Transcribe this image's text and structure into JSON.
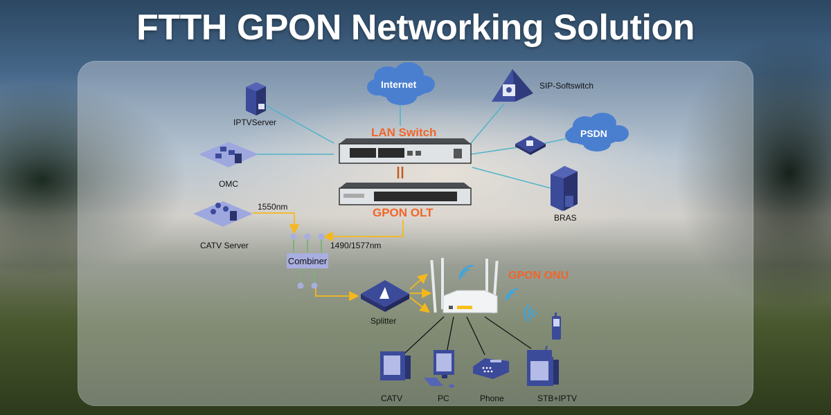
{
  "title": "FTTH GPON Networking Solution",
  "nodes": {
    "internet": "Internet",
    "lan_switch": "LAN Switch",
    "gpon_olt": "GPON OLT",
    "gpon_onu": "GPON ONU",
    "iptv_server": "IPTVServer",
    "omc": "OMC",
    "catv_server": "CATV Server",
    "sip_softswitch": "SIP-Softswitch",
    "psdn": "PSDN",
    "bras": "BRAS",
    "combiner": "Combiner",
    "splitter": "Splitter",
    "catv": "CATV",
    "pc": "PC",
    "phone": "Phone",
    "stb_iptv": "STB+IPTV"
  },
  "wavelengths": {
    "catv": "1550nm",
    "olt": "1490/1577nm"
  },
  "colors": {
    "accent_orange": "#f0662a",
    "link_cyan": "#4fb3c8",
    "fiber_yellow": "#f5b81c",
    "device_blue": "#3c4a9a",
    "cloud_blue": "#4a7fd0"
  }
}
